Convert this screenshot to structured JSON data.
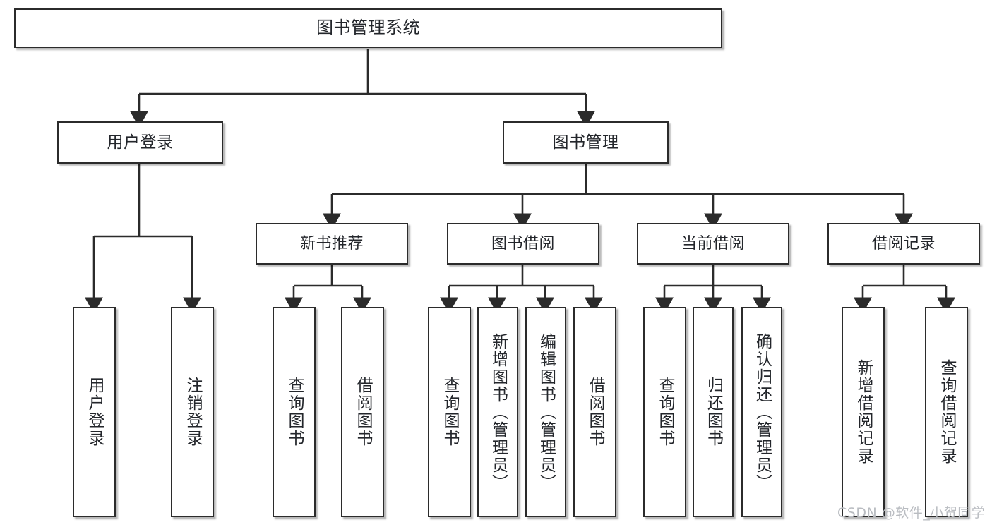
{
  "diagram": {
    "title": "图书管理系统",
    "type": "tree-structure-chart",
    "colors": {
      "box_border": "#2b2b2b",
      "box_fill": "#ffffff",
      "edge": "#2b2b2b",
      "text": "#23262b",
      "watermark": "#b9bcc1",
      "background": "#ffffff"
    },
    "root": {
      "label": "图书管理系统"
    },
    "level1": [
      {
        "label": "用户登录"
      },
      {
        "label": "图书管理"
      }
    ],
    "level2": [
      {
        "label": "新书推荐"
      },
      {
        "label": "图书借阅"
      },
      {
        "label": "当前借阅"
      },
      {
        "label": "借阅记录"
      }
    ],
    "leaves": {
      "user_login": [
        {
          "label": "用户登录"
        },
        {
          "label": "注销登录"
        }
      ],
      "new_book_recommend": [
        {
          "label": "查询图书"
        },
        {
          "label": "借阅图书"
        }
      ],
      "book_borrow": [
        {
          "label": "查询图书"
        },
        {
          "label": "新增图书（管理员）"
        },
        {
          "label": "编辑图书（管理员）"
        },
        {
          "label": "借阅图书"
        }
      ],
      "current_borrow": [
        {
          "label": "查询图书"
        },
        {
          "label": "归还图书"
        },
        {
          "label": "确认归还（管理员）"
        }
      ],
      "borrow_record": [
        {
          "label": "新增借阅记录"
        },
        {
          "label": "查询借阅记录"
        }
      ]
    }
  },
  "watermark": {
    "text": "CSDN @软件_小贺同学"
  }
}
